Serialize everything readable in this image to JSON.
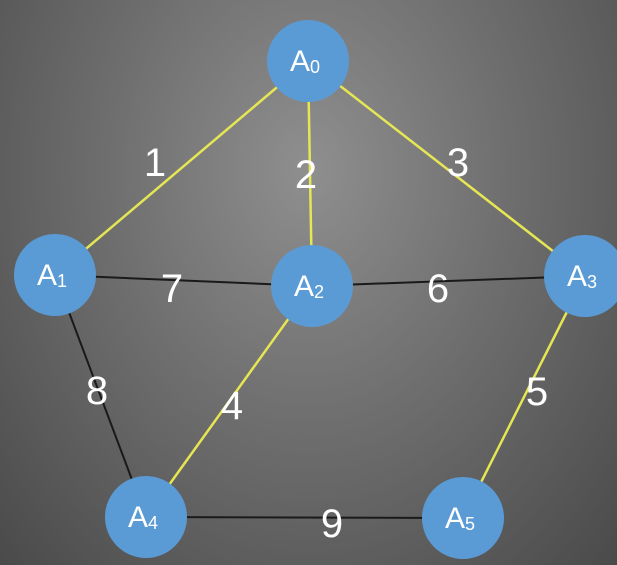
{
  "colors": {
    "node_fill": "#5b9bd5",
    "node_text": "#ffffff",
    "edge_highlight": "#e6e655",
    "edge_normal": "#1a1a1a",
    "edge_label": "#ffffff"
  },
  "nodes": [
    {
      "id": "A0",
      "letter": "A",
      "sub": "0"
    },
    {
      "id": "A1",
      "letter": "A",
      "sub": "1"
    },
    {
      "id": "A2",
      "letter": "A",
      "sub": "2"
    },
    {
      "id": "A3",
      "letter": "A",
      "sub": "3"
    },
    {
      "id": "A4",
      "letter": "A",
      "sub": "4"
    },
    {
      "id": "A5",
      "letter": "A",
      "sub": "5"
    }
  ],
  "edges": [
    {
      "from": "A0",
      "to": "A1",
      "weight": "1",
      "highlighted": true
    },
    {
      "from": "A0",
      "to": "A2",
      "weight": "2",
      "highlighted": true
    },
    {
      "from": "A0",
      "to": "A3",
      "weight": "3",
      "highlighted": true
    },
    {
      "from": "A2",
      "to": "A4",
      "weight": "4",
      "highlighted": true
    },
    {
      "from": "A3",
      "to": "A5",
      "weight": "5",
      "highlighted": true
    },
    {
      "from": "A2",
      "to": "A3",
      "weight": "6",
      "highlighted": false
    },
    {
      "from": "A1",
      "to": "A2",
      "weight": "7",
      "highlighted": false
    },
    {
      "from": "A1",
      "to": "A4",
      "weight": "8",
      "highlighted": false
    },
    {
      "from": "A4",
      "to": "A5",
      "weight": "9",
      "highlighted": false
    }
  ]
}
